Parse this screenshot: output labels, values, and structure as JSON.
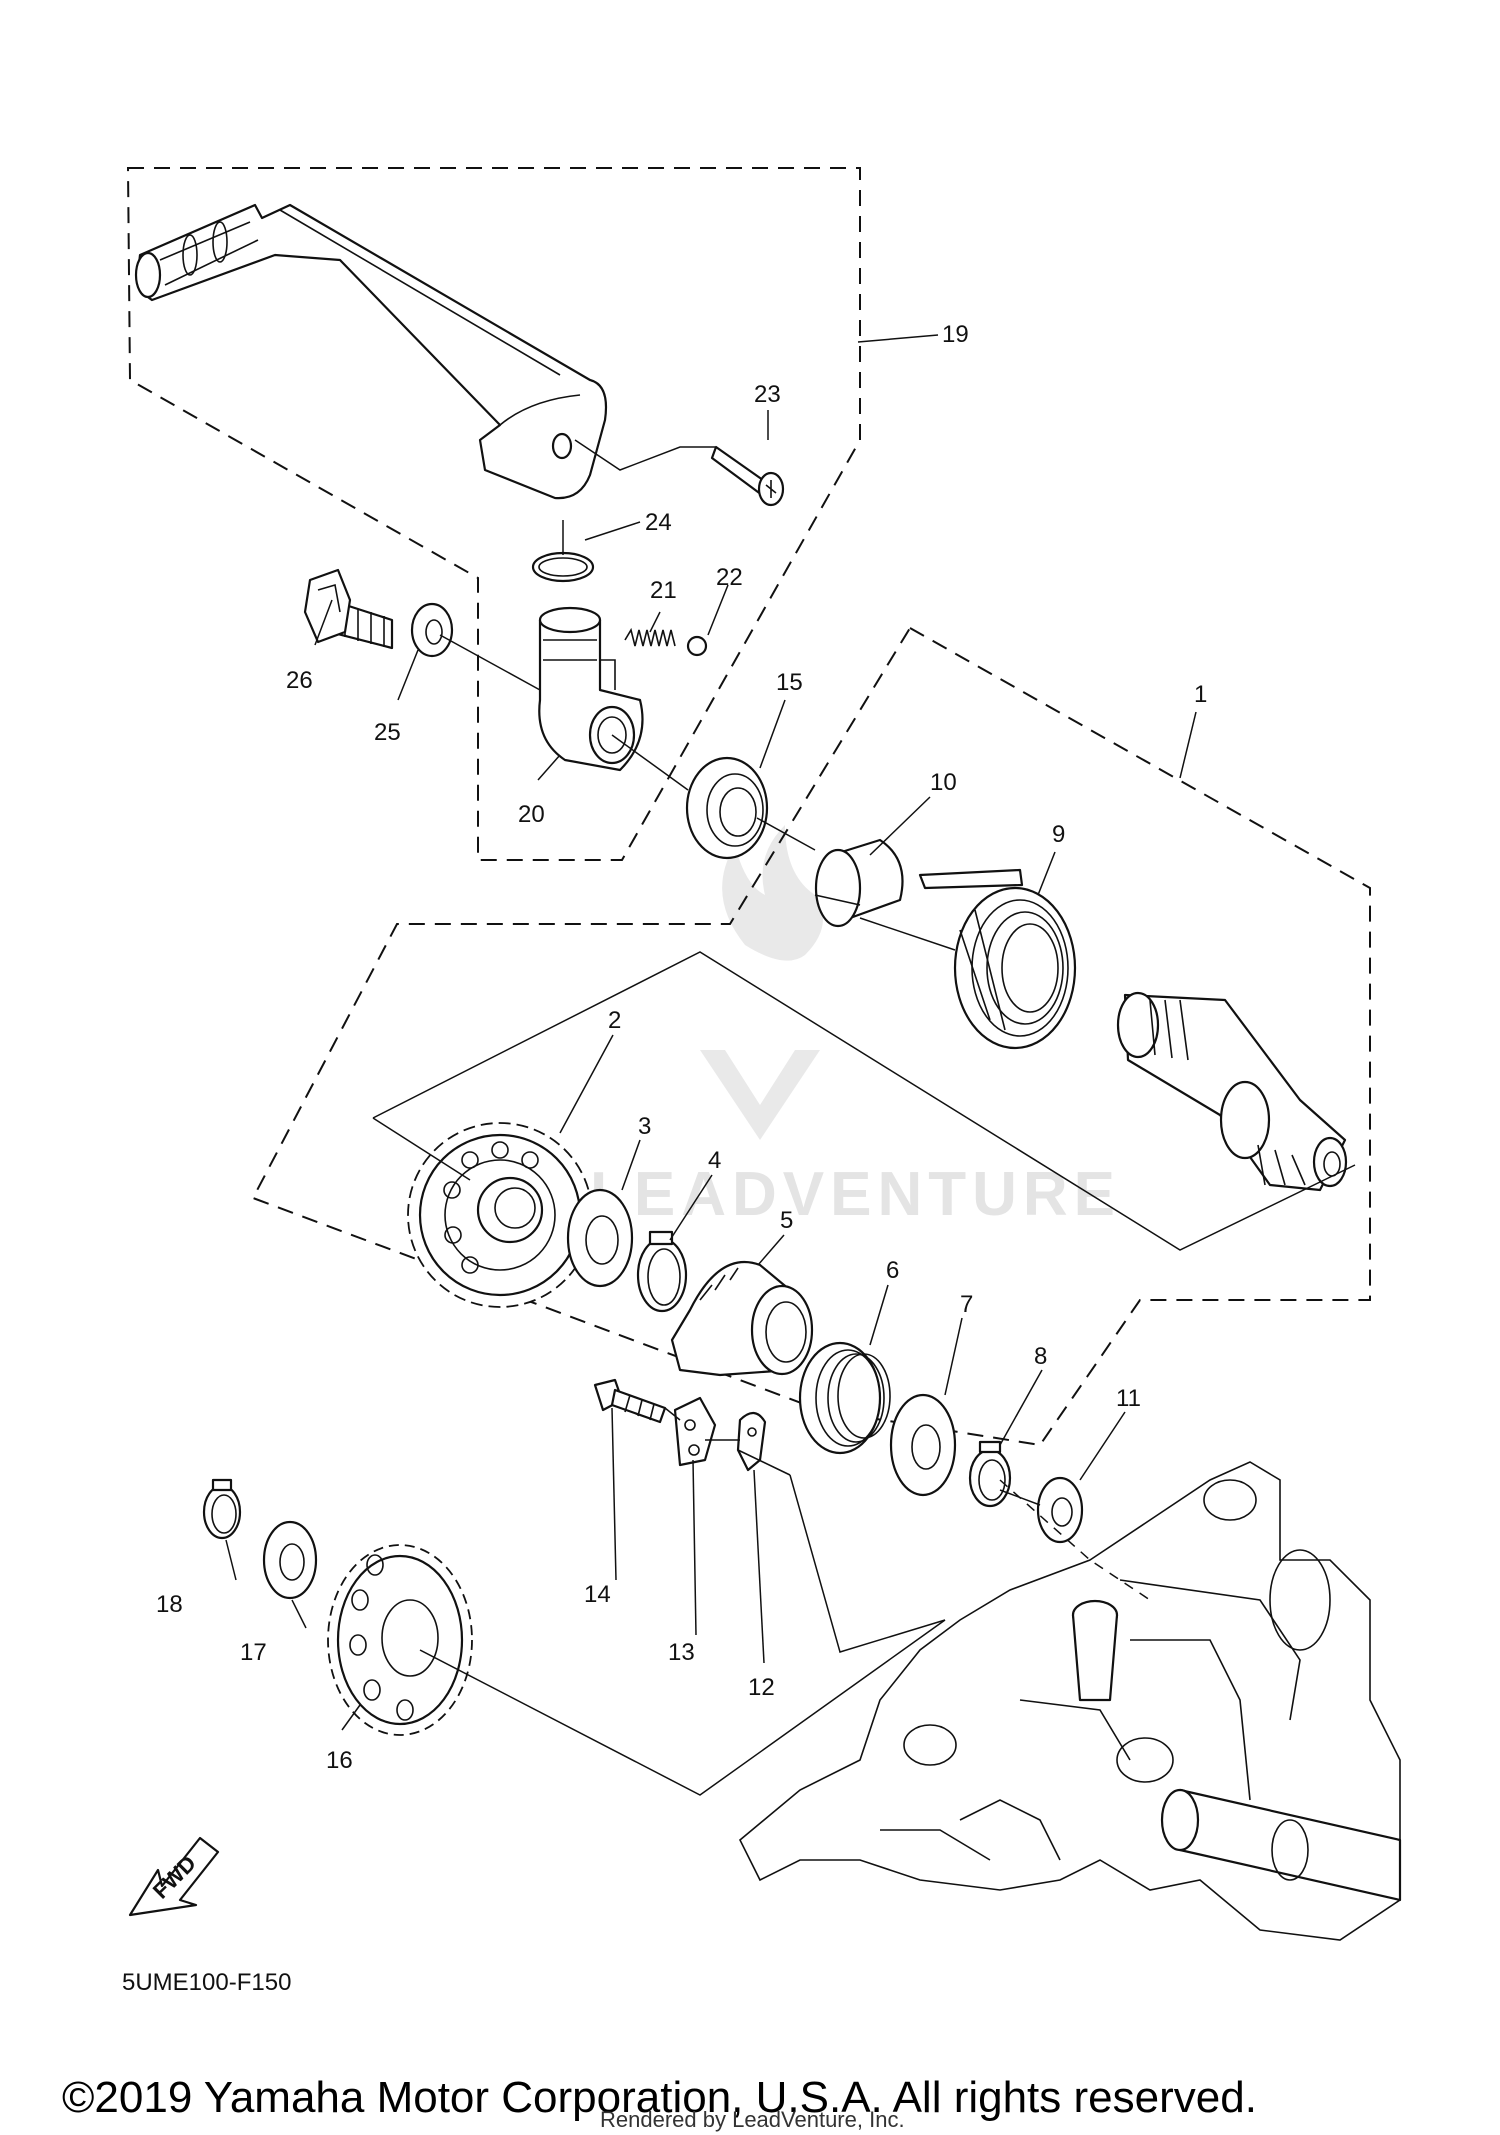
{
  "diagram": {
    "callouts": [
      {
        "id": "1",
        "label": "1"
      },
      {
        "id": "2",
        "label": "2"
      },
      {
        "id": "3",
        "label": "3"
      },
      {
        "id": "4",
        "label": "4"
      },
      {
        "id": "5",
        "label": "5"
      },
      {
        "id": "6",
        "label": "6"
      },
      {
        "id": "7",
        "label": "7"
      },
      {
        "id": "8",
        "label": "8"
      },
      {
        "id": "9",
        "label": "9"
      },
      {
        "id": "10",
        "label": "10"
      },
      {
        "id": "11",
        "label": "11"
      },
      {
        "id": "12",
        "label": "12"
      },
      {
        "id": "13",
        "label": "13"
      },
      {
        "id": "14",
        "label": "14"
      },
      {
        "id": "15",
        "label": "15"
      },
      {
        "id": "16",
        "label": "16"
      },
      {
        "id": "17",
        "label": "17"
      },
      {
        "id": "18",
        "label": "18"
      },
      {
        "id": "19",
        "label": "19"
      },
      {
        "id": "20",
        "label": "20"
      },
      {
        "id": "21",
        "label": "21"
      },
      {
        "id": "22",
        "label": "22"
      },
      {
        "id": "23",
        "label": "23"
      },
      {
        "id": "24",
        "label": "24"
      },
      {
        "id": "25",
        "label": "25"
      },
      {
        "id": "26",
        "label": "26"
      }
    ],
    "fwd_label": "FWD",
    "diagram_code": "5UME100-F150"
  },
  "watermark": {
    "text": "LEADVENTURE"
  },
  "footer": {
    "copyright": "©2019 Yamaha Motor Corporation, U.S.A. All rights reserved.",
    "rendered_by": "Rendered by LeadVenture, Inc."
  },
  "colors": {
    "line": "#111111",
    "background": "#ffffff",
    "watermark": "#e6e6e6"
  }
}
